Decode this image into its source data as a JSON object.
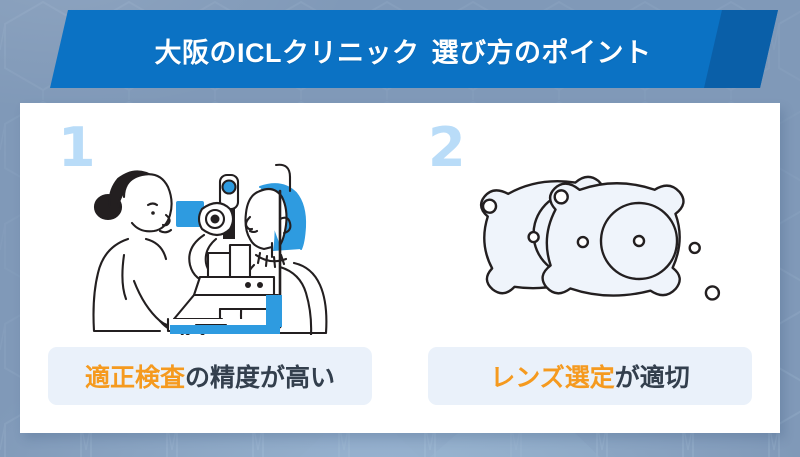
{
  "theme": {
    "banner_blue": "#0b72c4",
    "banner_blue_dark": "#0a5fa8",
    "background_blue": "#8099b8",
    "number_blue": "#b9dcf8",
    "caption_bg": "#eaf1fa",
    "accent_orange": "#f59a1f",
    "text_dark": "#333f4d",
    "illustration_blue": "#2e9be0",
    "illustration_line": "#231f20"
  },
  "header": {
    "title_part1": "大阪のICLクリニック",
    "title_part2": "選び方のポイント",
    "title_full": "大阪のICLクリニック 選び方のポイント"
  },
  "panels": [
    {
      "number": "1",
      "illustration_name": "eye-examination-slit-lamp-illustration",
      "caption_highlight": "適正検査",
      "caption_rest": "の精度が高い",
      "caption_full": "適正検査の精度が高い"
    },
    {
      "number": "2",
      "illustration_name": "icl-lenses-illustration",
      "caption_highlight": "レンズ選定",
      "caption_rest": "が適切",
      "caption_full": "レンズ選定が適切"
    }
  ]
}
